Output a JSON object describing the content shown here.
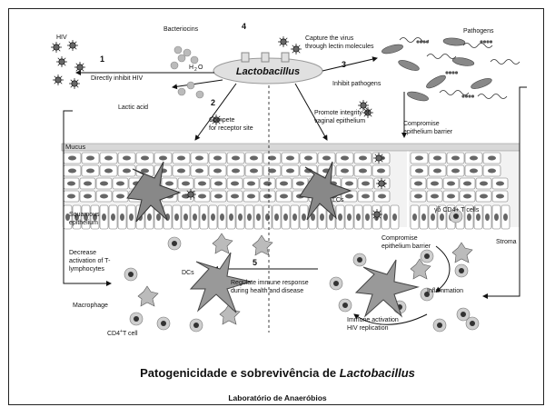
{
  "figure": {
    "hub": "Lactobacillus",
    "numbers": [
      "1",
      "2",
      "3",
      "4",
      "5"
    ],
    "labels": {
      "hiv": "HIV",
      "bacteriocins": "Bacteriocins",
      "h2o2_main": "H",
      "h2o2_sub": "2",
      "h2o2_o": "O",
      "directly_inhibit": "Directly inhibit HIV",
      "lactic_acid": "Lactic acid",
      "capture_1": "Capture the virus",
      "capture_2": "through lectin molecules",
      "pathogens": "Pathogens",
      "inhibit_pathogens": "Inhibit pathogens",
      "compete_1": "Compete",
      "compete_2": "for receptor site",
      "promote_1": "Promote integrity of",
      "promote_2": "vaginal epithelium",
      "compromise_top_1": "Compromise",
      "compromise_top_2": "epithelium barrier",
      "mucus": "Mucus",
      "squamous_1": "Squamous",
      "squamous_2": "epithelium",
      "lcs": "LCs",
      "gd_cells": "γδ CD4+ T cells",
      "stroma": "Stroma",
      "decrease_1": "Decrease",
      "decrease_2": "activation of T-",
      "decrease_3": "lymphocytes",
      "dcs": "DCs",
      "compromise_low_1": "Compromise",
      "compromise_low_2": "epithelium barrier",
      "inflammation": "Inflammation",
      "regulate_1": "Regulate immune response",
      "regulate_2": "during health and disease",
      "macrophage": "Macrophage",
      "cd4_main": "CD4",
      "cd4_sup": "+",
      "cd4_tail": "T cell",
      "immune_1": "Immune activation",
      "immune_2": "HIV replication"
    }
  },
  "caption": {
    "title_prefix": "Patogenicidade e sobrevivência de ",
    "title_italic": "Lactobacillus",
    "subtitle": "Laboratório de Anaeróbios"
  }
}
